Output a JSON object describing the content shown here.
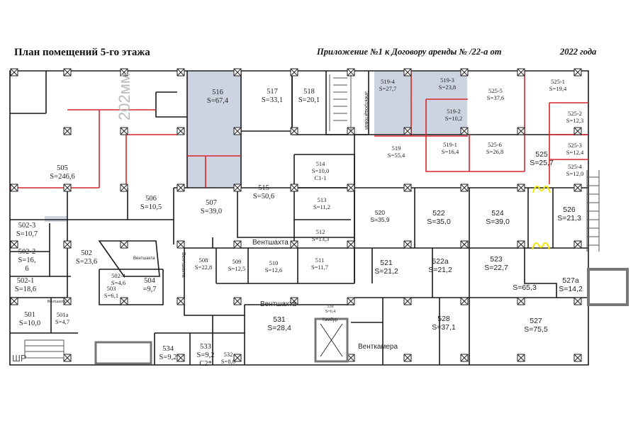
{
  "header": {
    "title": "План помещений 5-го этажа",
    "appendix": "Приложение  №1  к Договору аренды №  /22-а от",
    "year": "2022 года"
  },
  "colors": {
    "wall": "#1a1a1a",
    "partition": "#d9262c",
    "highlight": "#cdd4e1",
    "lift": "#777777",
    "marker": "#f2e600"
  },
  "watermark": "202мм",
  "labels": {
    "ventshaft": "Вентшахта",
    "ventchamber": "Венткамера",
    "electrical": "Электрощитовая",
    "vestibule": "Тамбур",
    "shr": "ШР"
  },
  "rooms": {
    "r505": {
      "num": "505",
      "area": "S=246,6"
    },
    "r506": {
      "num": "506",
      "area": "S=10,5"
    },
    "r507": {
      "num": "507",
      "area": "S=39,0"
    },
    "r515": {
      "num": "515",
      "area": "S=50,6"
    },
    "r516": {
      "num": "516",
      "area": "S=67,4"
    },
    "r517": {
      "num": "517",
      "area": "S=33,1"
    },
    "r518": {
      "num": "518",
      "area": "S=20,1"
    },
    "r514": {
      "num": "514",
      "area": "S=10,0",
      "extra": "C1-1"
    },
    "r513": {
      "num": "513",
      "area": "S=11,2"
    },
    "r512": {
      "num": "512",
      "area": "S=13,3"
    },
    "r511": {
      "num": "511",
      "area": "S=11,7"
    },
    "r510": {
      "num": "510",
      "area": "S=12,6"
    },
    "r509": {
      "num": "509",
      "area": "S=12,5"
    },
    "r508": {
      "num": "508",
      "area": "S=22,8"
    },
    "r502": {
      "num": "502",
      "area": "S=23,6"
    },
    "r502_3": {
      "num": "502-3",
      "area": "S=10,7"
    },
    "r502_2": {
      "num": "502-2",
      "area": "S=16,",
      "area2": "6"
    },
    "r502_1": {
      "num": "502-1",
      "area": "S=18,6"
    },
    "r501": {
      "num": "501",
      "area": "S=10,0"
    },
    "r501a": {
      "num": "501a",
      "area": "S=4,7"
    },
    "r502_4": {
      "num": "502-4",
      "area": "S=4,6"
    },
    "r503": {
      "num": "503",
      "area": "S=6,1"
    },
    "r504": {
      "num": "504",
      "area": "=9,7"
    },
    "r531": {
      "num": "531",
      "area": "S=28,4"
    },
    "r534": {
      "num": "534",
      "area": "S=9,2"
    },
    "r533": {
      "num": "533",
      "area": "S=9,2",
      "extra": "C2*"
    },
    "r532": {
      "num": "532",
      "area": "S=8,0"
    },
    "r530": {
      "num": "530",
      "area": "S=6,4"
    },
    "r528": {
      "num": "528",
      "area": "S=37,1"
    },
    "r527": {
      "num": "527",
      "area": "S=75,5"
    },
    "r527a": {
      "num": "527a",
      "area": "S=14,2"
    },
    "corridor": {
      "area": "S=65,3"
    },
    "r521": {
      "num": "521",
      "area": "S=21,2"
    },
    "r522a": {
      "num": "522a",
      "area": "S=21,2"
    },
    "r523": {
      "num": "523",
      "area": "S=22,7"
    },
    "r520": {
      "num": "520",
      "area": "S=35,9"
    },
    "r522": {
      "num": "522",
      "area": "S=35,0"
    },
    "r524": {
      "num": "524",
      "area": "S=39,0"
    },
    "r526": {
      "num": "526",
      "area": "S=21,3"
    },
    "r525": {
      "num": "525",
      "area": "S=25,7"
    },
    "r525_1": {
      "num": "525-1",
      "area": "S=19,4"
    },
    "r525_2": {
      "num": "525-2",
      "area": "S=12,3"
    },
    "r525_3": {
      "num": "525-3",
      "area": "S=12,4"
    },
    "r525_4": {
      "num": "525-4",
      "area": "S=12,0"
    },
    "r525_5": {
      "num": "525-5",
      "area": "S=37,6"
    },
    "r525_6": {
      "num": "525-6",
      "area": "S=26,8"
    },
    "r519_1": {
      "num": "519-1",
      "area": "S=16,4"
    },
    "r519_2": {
      "num": "519-2",
      "area": "S=10,2"
    },
    "r519_3": {
      "num": "519-3",
      "area": "S=23,8"
    },
    "r519_4": {
      "num": "519-4",
      "area": "S=27,7"
    },
    "r519": {
      "num": "519",
      "area": "S=55,4"
    }
  }
}
